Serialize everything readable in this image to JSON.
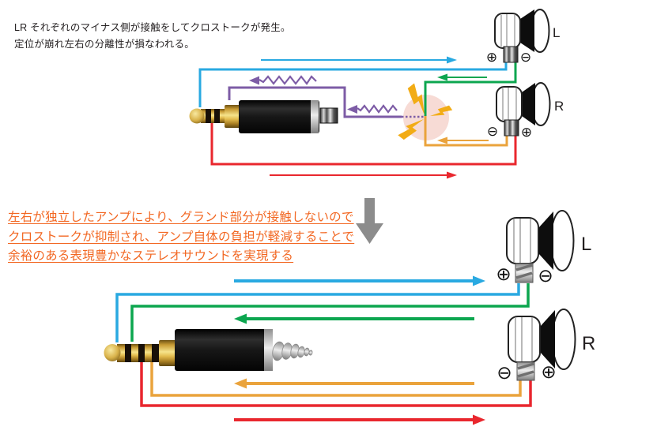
{
  "top_section": {
    "caption": {
      "line1": "LR それぞれのマイナス側が接触をしてクロストークが発生。",
      "line2": "定位が崩れ左右の分離性が損なわれる。",
      "color": "#231F20"
    },
    "drivers": {
      "left": {
        "label": "L",
        "left_terminal": "⊕",
        "right_terminal": "⊖"
      },
      "right": {
        "label": "R",
        "left_terminal": "⊖",
        "right_terminal": "⊕"
      }
    },
    "plug_type": "TRS 3.5mm (shared ground)"
  },
  "bottom_section": {
    "caption": {
      "line1": "左右が独立したアンプにより、グランド部分が接触しないので",
      "line2": "クロストークが抑制され、アンプ自体の負担が軽減することで",
      "line3": "余裕のある表現豊かなステレオサウンドを実現する",
      "color": "#F26722",
      "underline": true
    },
    "drivers": {
      "left": {
        "label": "L",
        "left_terminal": "⊕",
        "right_terminal": "⊖"
      },
      "right": {
        "label": "R",
        "left_terminal": "⊖",
        "right_terminal": "⊕"
      }
    },
    "plug_type": "TRRS 4-pole (independent grounds)"
  },
  "colors": {
    "left_plus_wire": "#29A9E1",
    "left_minus_wire": "#0CA64F",
    "right_plus_wire": "#E9272E",
    "right_minus_wire": "#EAA33C",
    "crosstalk": "#7D5CA6",
    "spark": "#F2AC15",
    "spark_halo": "#F7DBD5",
    "transition_arrow": "#8C8C8C",
    "caption_top": "#231F20",
    "caption_bottom": "#F26722"
  },
  "icons": {
    "plus-terminal-icon": "⊕",
    "minus-terminal-icon": "⊖",
    "lightning-bolt-icon": "jagged bolt shape",
    "down-arrow-icon": "solid gray down arrow",
    "crosstalk-zigzag-icon": "purple zigzag with left arrowhead"
  }
}
